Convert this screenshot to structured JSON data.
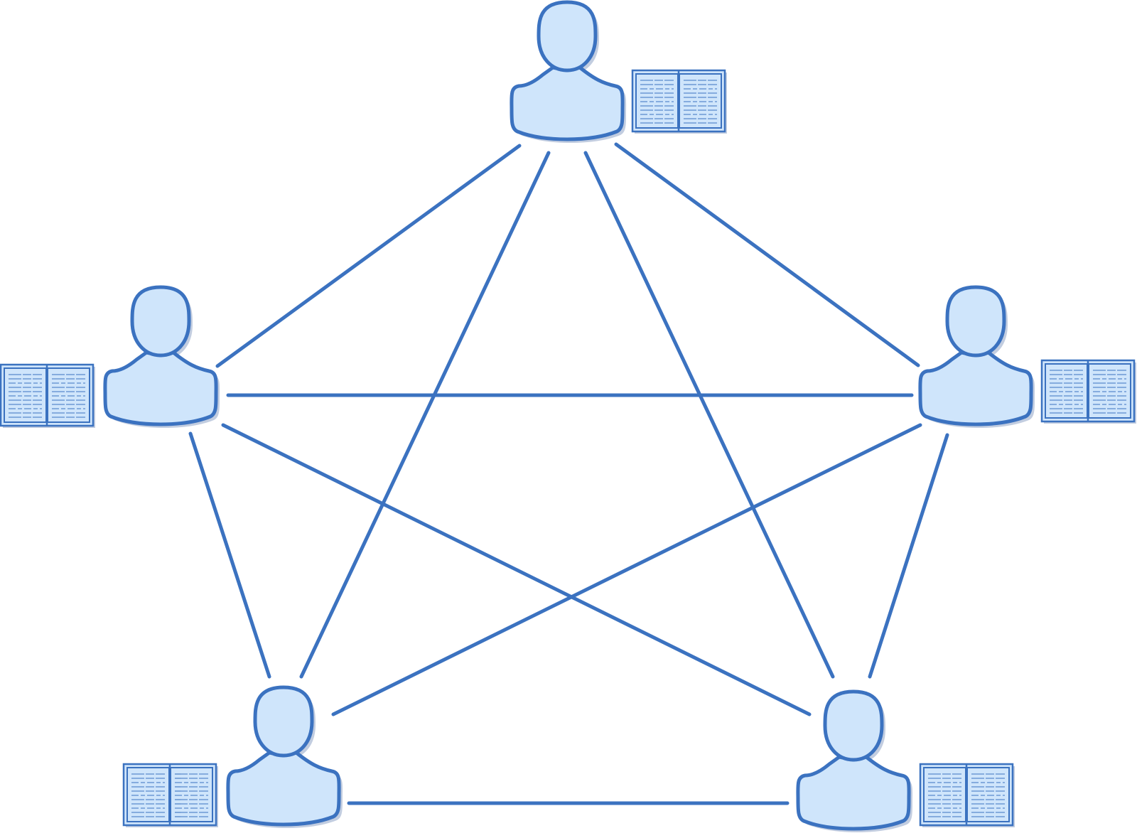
{
  "diagram": {
    "type": "peer-to-peer network",
    "colors": {
      "stroke": "#3b72c0",
      "fill": "#cfe5fb",
      "shadow": "#c2cde0",
      "background": "#ffffff"
    },
    "nodes": [
      {
        "id": "top",
        "icon": "user-icon",
        "attachment": "ledger-book-icon"
      },
      {
        "id": "left",
        "icon": "user-icon",
        "attachment": "ledger-book-icon"
      },
      {
        "id": "right",
        "icon": "user-icon",
        "attachment": "ledger-book-icon"
      },
      {
        "id": "bottom-left",
        "icon": "user-icon",
        "attachment": "ledger-book-icon"
      },
      {
        "id": "bottom-right",
        "icon": "user-icon",
        "attachment": "ledger-book-icon"
      }
    ],
    "connections": [
      [
        "top",
        "left"
      ],
      [
        "top",
        "right"
      ],
      [
        "top",
        "bottom-left"
      ],
      [
        "top",
        "bottom-right"
      ],
      [
        "left",
        "right"
      ],
      [
        "left",
        "bottom-left"
      ],
      [
        "left",
        "bottom-right"
      ],
      [
        "right",
        "bottom-left"
      ],
      [
        "right",
        "bottom-right"
      ],
      [
        "bottom-left",
        "bottom-right"
      ]
    ]
  }
}
